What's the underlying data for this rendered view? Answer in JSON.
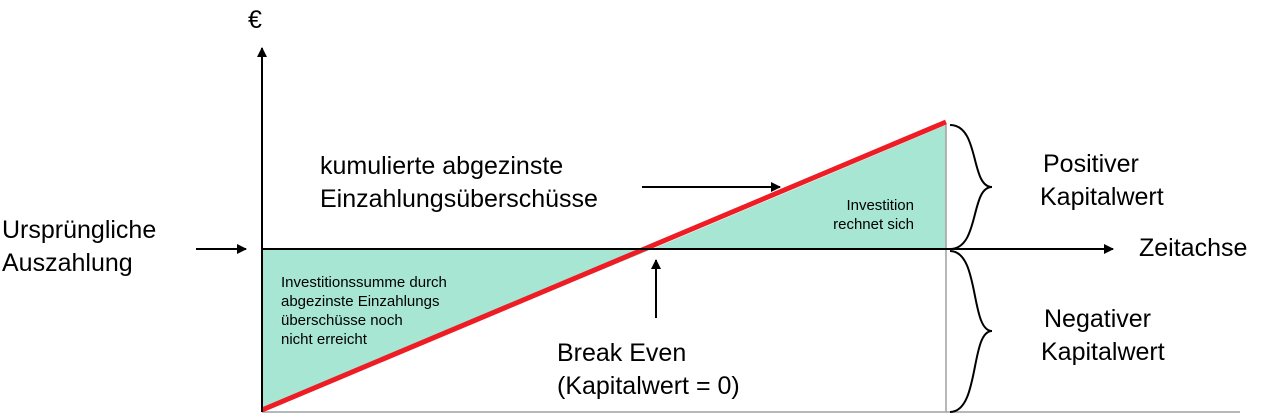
{
  "axes": {
    "y_label": "€",
    "x_label": "Zeitachse"
  },
  "labels": {
    "initial_payment": [
      "Ursprüngliche",
      "Auszahlung"
    ],
    "cumulative_flows": [
      "kumulierte abgezinste",
      "Einzahlungsüberschüsse"
    ],
    "pays_off": [
      "Investition",
      "rechnet sich"
    ],
    "not_reached": [
      "Investitionssumme durch",
      "abgezinste Einzahlungs",
      "überschüsse noch",
      "nicht erreicht"
    ],
    "break_even": [
      "Break Even",
      "(Kapitalwert = 0)"
    ],
    "positive_npv": [
      "Positiver",
      "Kapitalwert"
    ],
    "negative_npv": [
      "Negativer",
      "Kapitalwert"
    ]
  },
  "colors": {
    "fill": "#a6e6d2",
    "line": "#ee1c25",
    "axis": "#000000",
    "guide": "#a0a0a0"
  }
}
